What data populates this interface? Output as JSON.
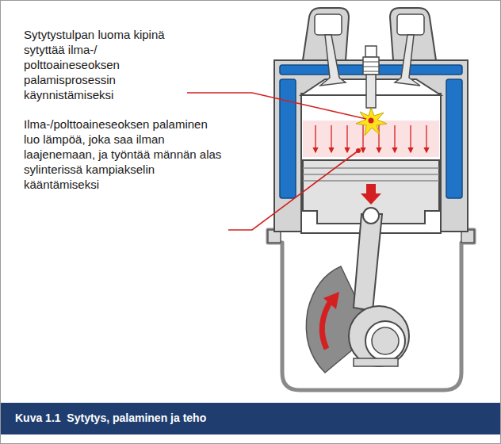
{
  "diagram": {
    "caption": "Kuva 1.1  Sytytys, palaminen ja teho",
    "labels": [
      "Sytytystulpan luoma kipinä sytyttää ilma-/ polttoaineseoksen palamisprosessin käynnistämiseksi",
      "Ilma-/polttoaineseoksen palaminen luo lämpöä, joka saa ilman laajenemaan, ja työntää männän alas sylinterissä kampiakselin kääntämiseksi"
    ]
  }
}
